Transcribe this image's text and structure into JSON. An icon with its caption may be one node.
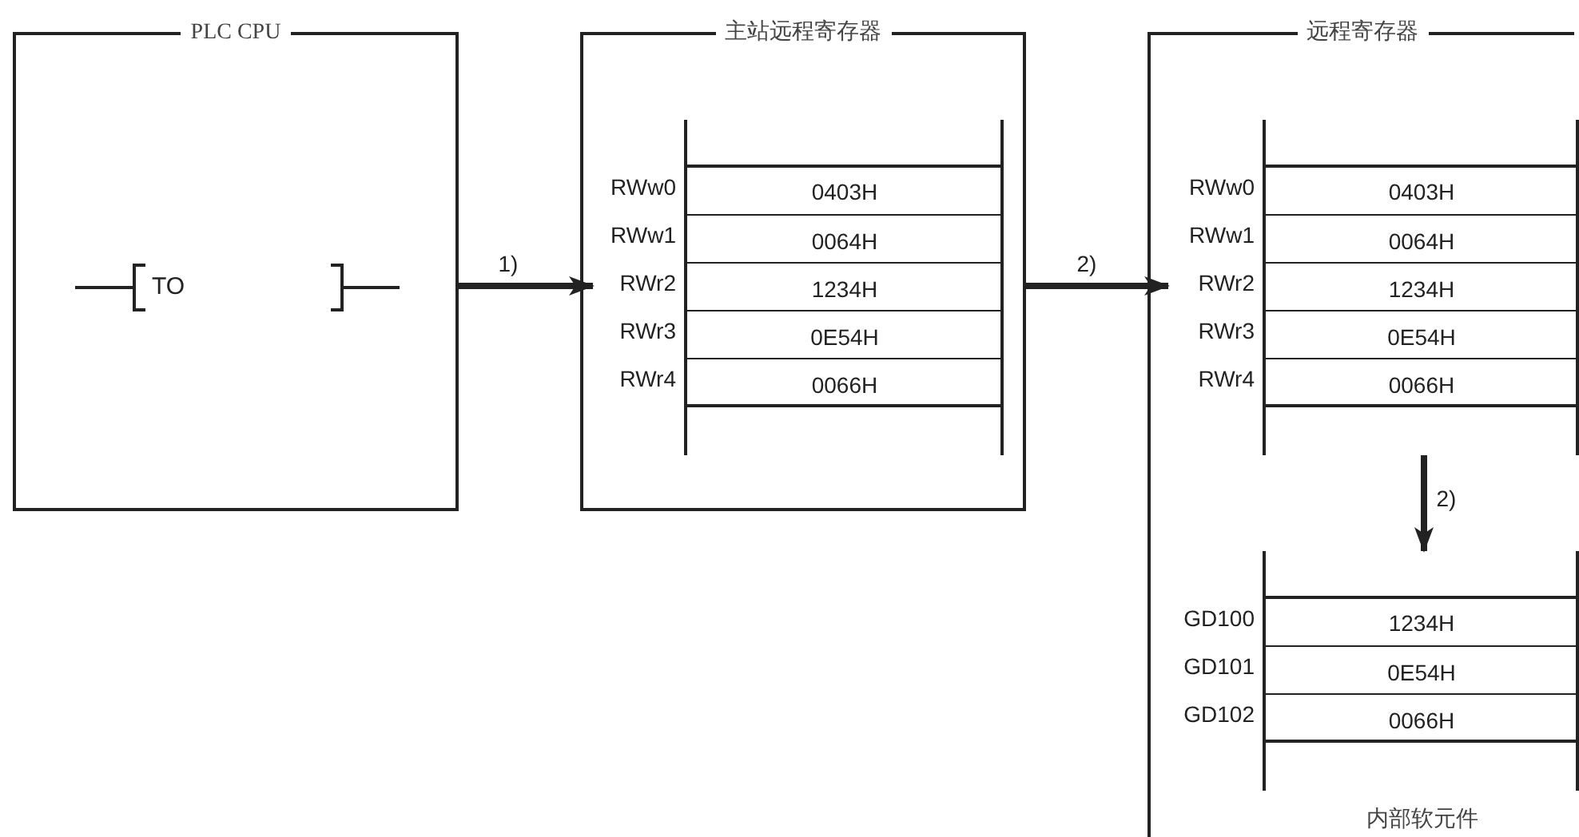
{
  "diagram": {
    "nodes": [
      {
        "text": [
          "PLC CPU"
        ]
      },
      {
        "text": [
          "TO"
        ],
        "in": 0
      },
      {
        "text": [
          "主站远程寄存器"
        ]
      },
      {
        "text": [],
        "shape": "box",
        "in": 2
      },
      {
        "text": [
          "RWw0",
          "0403H"
        ],
        "in": 3
      },
      {
        "text": [
          "RWw1",
          "0064H"
        ],
        "in": 3
      },
      {
        "text": [
          "RWr2",
          "1234H"
        ],
        "in": 3
      },
      {
        "text": [
          "RWr3",
          "0E54H"
        ],
        "in": 3
      },
      {
        "text": [
          "RWr4",
          "0066H"
        ],
        "in": 3
      },
      {
        "text": [
          "远程寄存器"
        ]
      },
      {
        "text": [],
        "shape": "box",
        "in": 9
      },
      {
        "text": [
          "RWw0",
          "0403H"
        ],
        "in": 10
      },
      {
        "text": [
          "RWw1",
          "0064H"
        ],
        "in": 10
      },
      {
        "text": [
          "RWr2",
          "1234H"
        ],
        "in": 10
      },
      {
        "text": [
          "RWr3",
          "0E54H"
        ],
        "in": 10
      },
      {
        "text": [
          "RWr4",
          "0066H"
        ],
        "in": 10
      },
      {
        "text": [],
        "shape": "box",
        "in": 9,
        "beside": [
          "内部软元件"
        ]
      },
      {
        "text": [
          "GD100",
          "1234H"
        ],
        "in": 16
      },
      {
        "text": [
          "GD101",
          "0E54H"
        ],
        "in": 16
      },
      {
        "text": [
          "GD102",
          "0066H"
        ],
        "in": 16
      }
    ],
    "edges": [
      {
        "from": 0,
        "to": 6,
        "arrow": "to",
        "label": "1)"
      },
      {
        "from": 2,
        "to": 13,
        "arrow": "to",
        "label": "2)"
      },
      {
        "from": 10,
        "to": 16,
        "arrow": "to",
        "label": "2)"
      }
    ]
  }
}
